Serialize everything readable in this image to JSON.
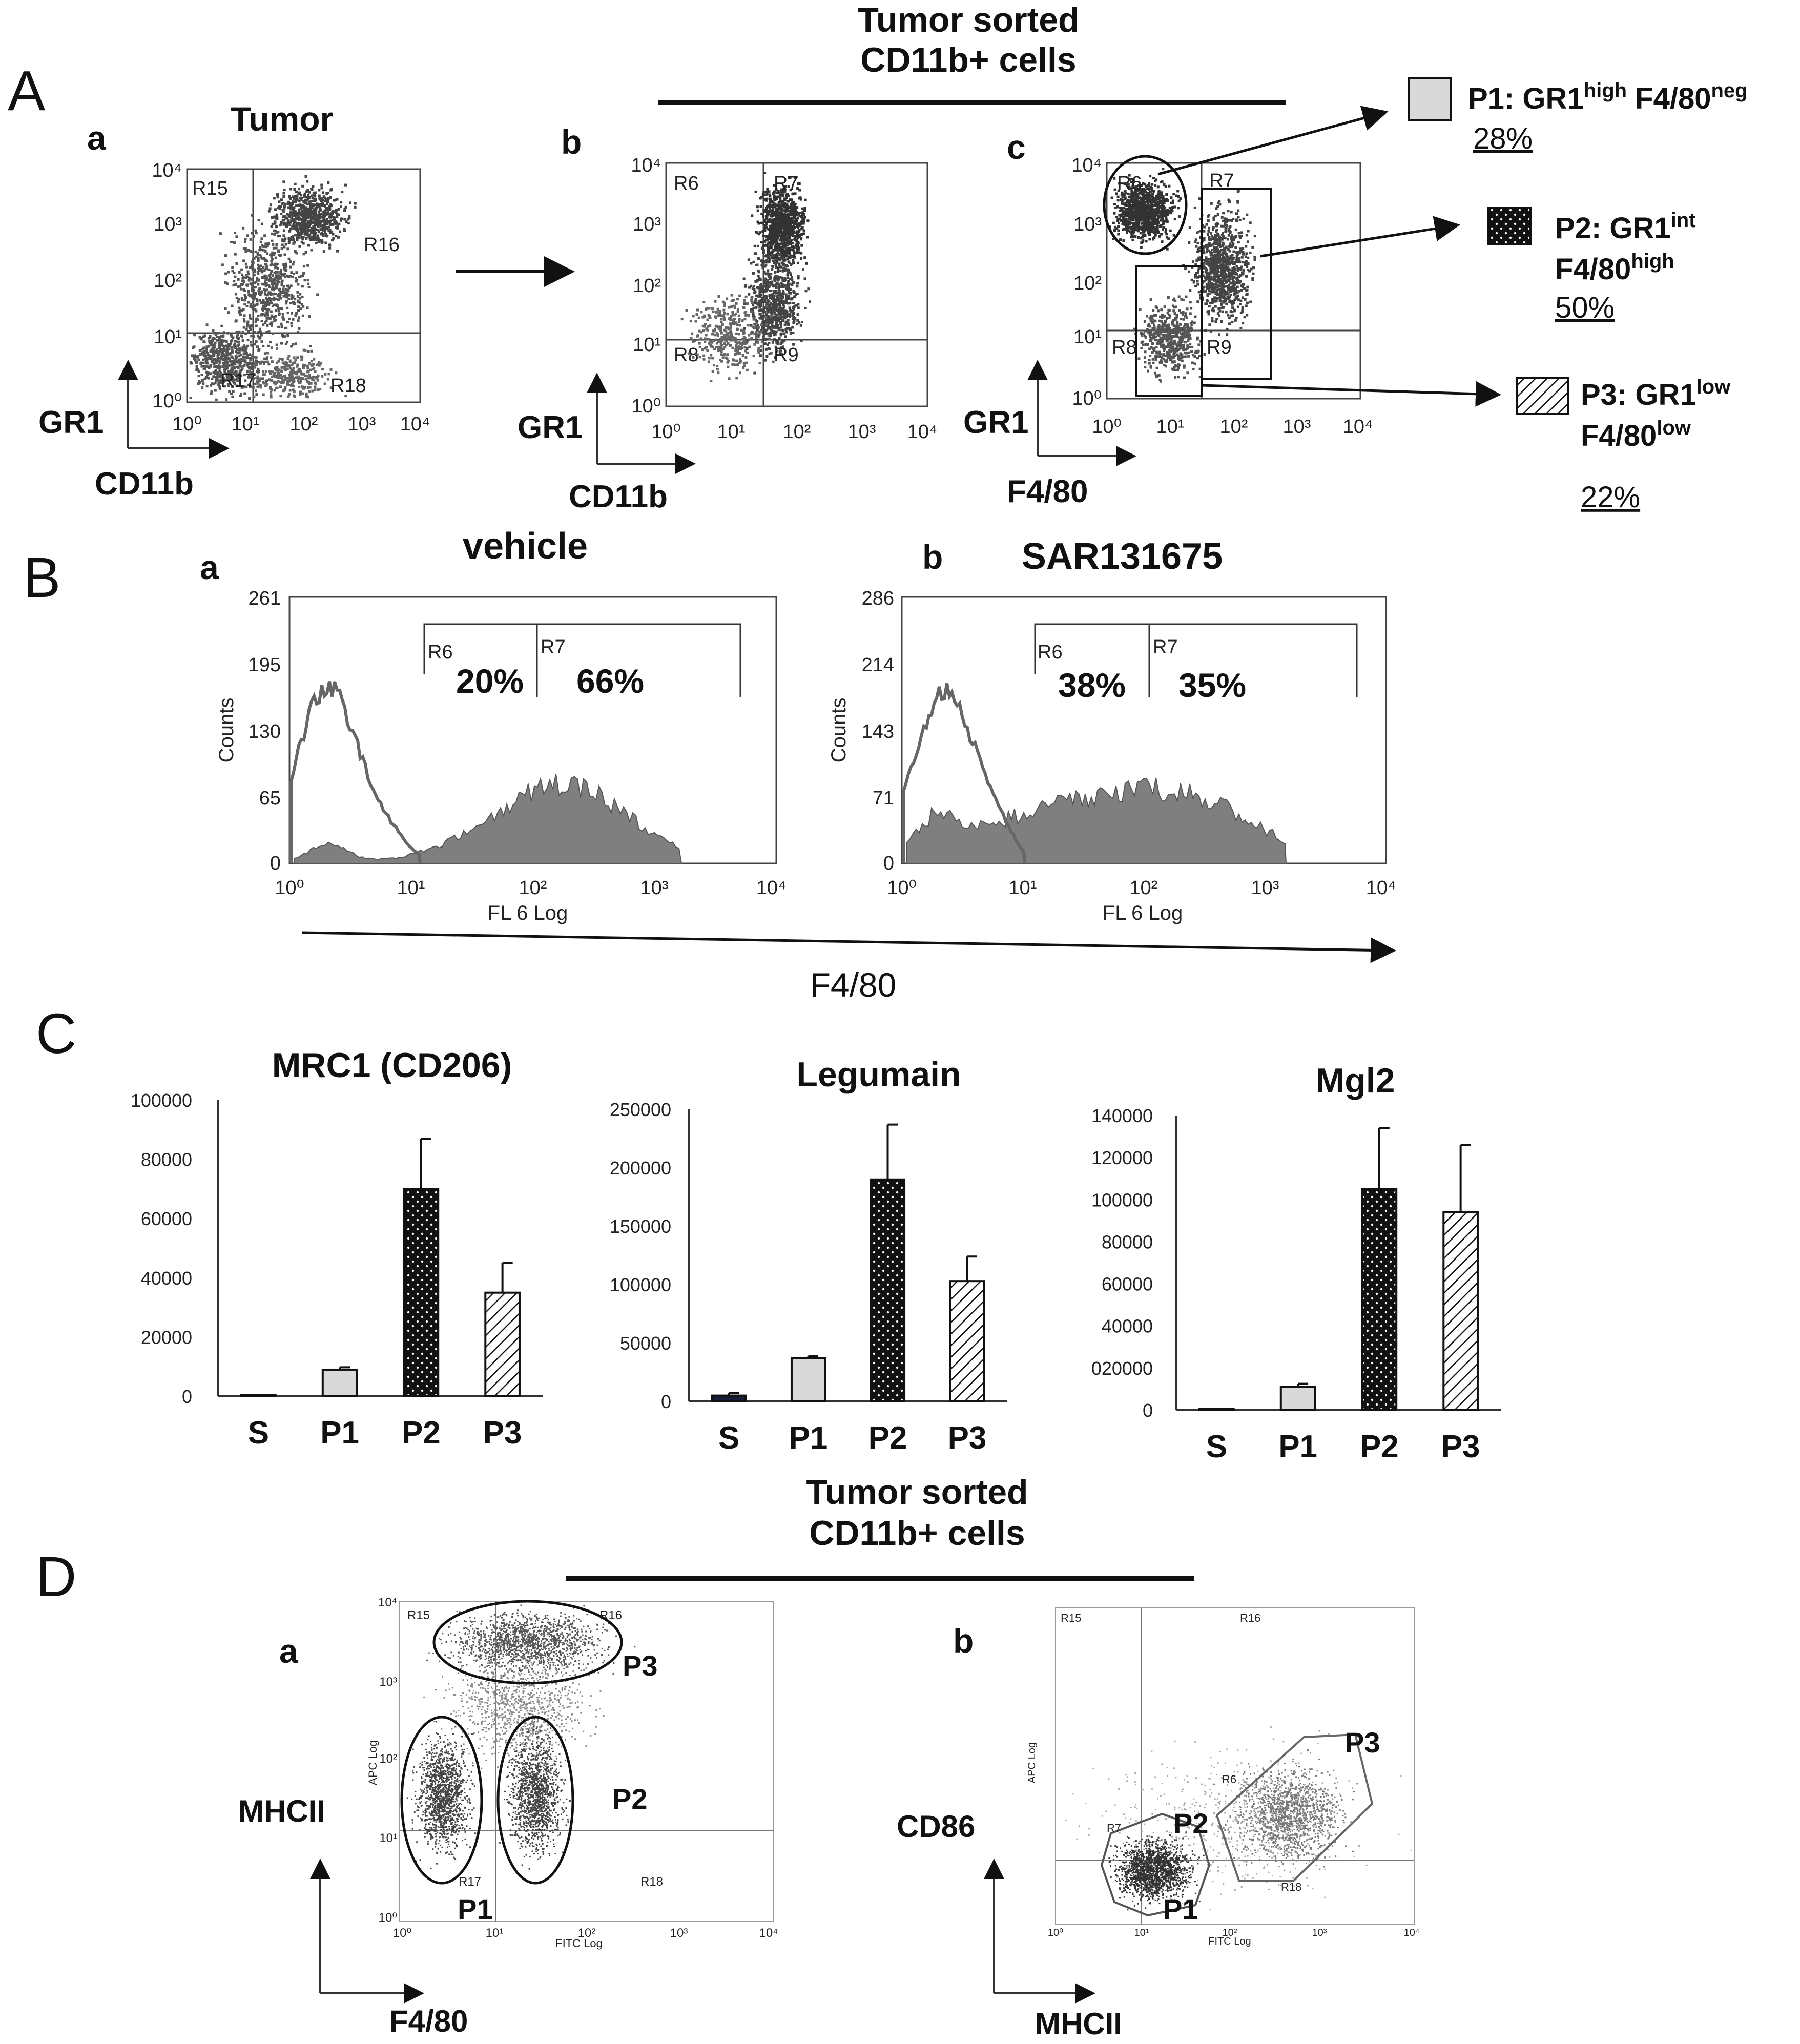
{
  "figure": {
    "panel_letters": [
      "A",
      "B",
      "C",
      "D"
    ],
    "sub_letters": {
      "a": "a",
      "b": "b",
      "c": "c"
    },
    "header_top": [
      "Tumor sorted",
      "CD11b+ cells"
    ],
    "header_bottom": [
      "Tumor sorted",
      "CD11b+ cells"
    ]
  },
  "panelA": {
    "tumor_label": "Tumor",
    "ticks_log": [
      "10⁰",
      "10¹",
      "10²",
      "10³",
      "10⁴"
    ],
    "a": {
      "regions": [
        "R15",
        "R16",
        "R17",
        "R18"
      ],
      "yaxis": "GR1",
      "xaxis": "CD11b"
    },
    "b": {
      "regions": [
        "R6",
        "R7",
        "R8",
        "R9"
      ],
      "yaxis": "GR1",
      "xaxis": "CD11b"
    },
    "c": {
      "regions": [
        "R6",
        "R7",
        "R8",
        "R9"
      ],
      "yaxis": "GR1",
      "xaxis": "F4/80"
    },
    "populations": [
      {
        "name": "P1: GR1",
        "sup1": "high",
        "tail": " F4/80",
        "sup2": "neg",
        "pct": "28%",
        "pattern": "light-gray"
      },
      {
        "name": "P2: GR1",
        "sup1": "int",
        "line2": "F4/80",
        "sup2": "high",
        "pct": "50%",
        "pattern": "dotted-black"
      },
      {
        "name": "P3: GR1",
        "sup1": "low",
        "line2": "F4/80",
        "sup2": "low",
        "pct": "22%",
        "pattern": "diagonal-hatch"
      }
    ]
  },
  "panelB": {
    "a": {
      "title": "vehicle",
      "yticks": [
        "261",
        "195",
        "130",
        "65",
        "0"
      ],
      "gates": [
        "R6",
        "R7"
      ],
      "pct": [
        "20%",
        "66%"
      ]
    },
    "b": {
      "title": "SAR131675",
      "yticks": [
        "286",
        "214",
        "143",
        "71",
        "0"
      ],
      "gates": [
        "R6",
        "R7"
      ],
      "pct": [
        "38%",
        "35%"
      ]
    },
    "ylabel": "Counts",
    "xlabel": "FL 6 Log",
    "xticks": [
      "10⁰",
      "10¹",
      "10²",
      "10³",
      "10⁴"
    ],
    "arrow_label": "F4/80"
  },
  "panelD": {
    "a": {
      "regions": [
        "R15",
        "R16",
        "R17",
        "R18"
      ],
      "populations": [
        "P1",
        "P2",
        "P3"
      ],
      "ylabel": "APC Log",
      "xlabel": "FITC Log",
      "yaxis": "MHCII",
      "xaxis": "F4/80"
    },
    "b": {
      "regions": [
        "R15",
        "R16",
        "R6",
        "R7",
        "R18"
      ],
      "populations": [
        "P1",
        "P2",
        "P3"
      ],
      "ylabel": "APC Log",
      "xlabel": "FITC Log",
      "yaxis": "CD86",
      "xaxis": "MHCII"
    },
    "ticks_log": [
      "10⁰",
      "10¹",
      "10²",
      "10³",
      "10⁴"
    ]
  },
  "chart_data": [
    {
      "type": "bar",
      "title": "MRC1 (CD206)",
      "categories": [
        "S",
        "P1",
        "P2",
        "P3"
      ],
      "values": [
        0,
        9000,
        70000,
        35000
      ],
      "errors": [
        0,
        800,
        17000,
        10000
      ],
      "yticks": [
        "100000",
        "80000",
        "60000",
        "40000",
        "20000",
        "0"
      ],
      "ylim": [
        0,
        100000
      ]
    },
    {
      "type": "bar",
      "title": "Legumain",
      "categories": [
        "S",
        "P1",
        "P2",
        "P3"
      ],
      "values": [
        5000,
        37000,
        190000,
        103000
      ],
      "errors": [
        2000,
        2000,
        47000,
        21000
      ],
      "yticks": [
        "250000",
        "200000",
        "150000",
        "100000",
        "50000",
        "0"
      ],
      "ylim": [
        0,
        250000
      ]
    },
    {
      "type": "bar",
      "title": "Mgl2",
      "categories": [
        "S",
        "P1",
        "P2",
        "P3"
      ],
      "values": [
        0,
        11000,
        105000,
        94000
      ],
      "errors": [
        0,
        1500,
        29000,
        32000
      ],
      "yticks": [
        "140000",
        "120000",
        "100000",
        "80000",
        "60000",
        "40000",
        "020000",
        "0"
      ],
      "ylim": [
        0,
        140000
      ]
    }
  ]
}
